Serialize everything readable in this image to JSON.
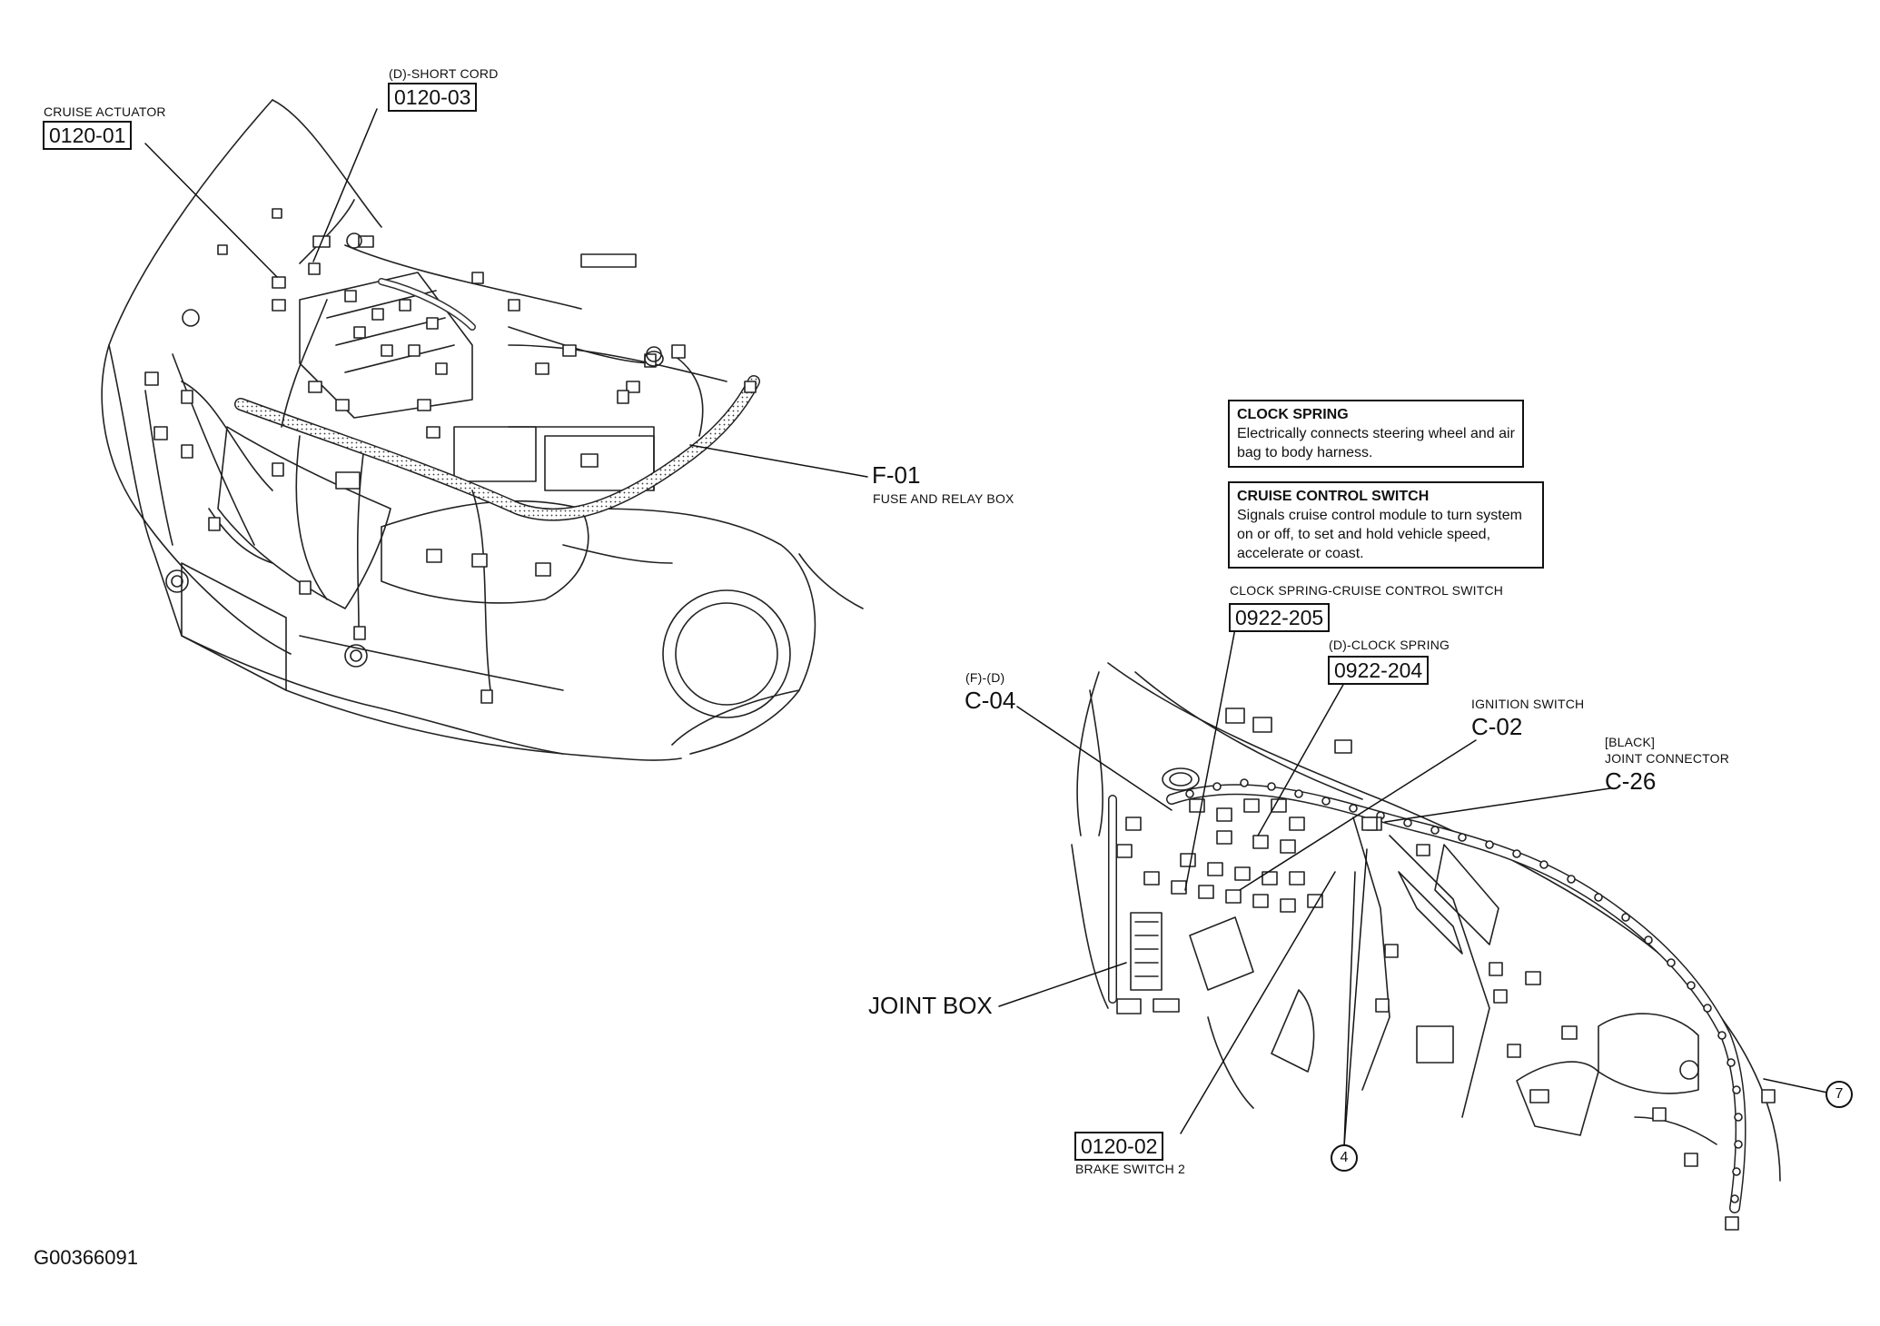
{
  "labels": {
    "cruise_actuator": {
      "caption": "CRUISE ACTUATOR",
      "code": "0120-01"
    },
    "short_cord": {
      "caption": "(D)-SHORT CORD",
      "code": "0120-03"
    },
    "fuse_box": {
      "code": "F-01",
      "caption": "FUSE AND RELAY BOX"
    },
    "clock_spring_info": {
      "title": "CLOCK SPRING",
      "text": "Electrically connects steering wheel and air bag to body harness."
    },
    "cruise_switch_info": {
      "title": "CRUISE CONTROL SWITCH",
      "text": "Signals cruise control module to turn system on or off, to set and hold vehicle speed, accelerate or coast."
    },
    "clock_spring_cruise": {
      "caption": "CLOCK SPRING-CRUISE CONTROL SWITCH",
      "code": "0922-205"
    },
    "clock_spring": {
      "caption": "(D)-CLOCK SPRING",
      "code": "0922-204"
    },
    "c04": {
      "caption": "(F)-(D)",
      "code": "C-04"
    },
    "c02": {
      "caption": "IGNITION SWITCH",
      "code": "C-02"
    },
    "c26": {
      "caption_1": "[BLACK]",
      "caption_2": "JOINT CONNECTOR",
      "code": "C-26"
    },
    "joint_box": {
      "text": "JOINT BOX"
    },
    "brake_switch": {
      "code": "0120-02",
      "caption": "BRAKE SWITCH 2"
    },
    "callout_4": "4",
    "callout_7": "7",
    "figure_id": "G00366091"
  }
}
